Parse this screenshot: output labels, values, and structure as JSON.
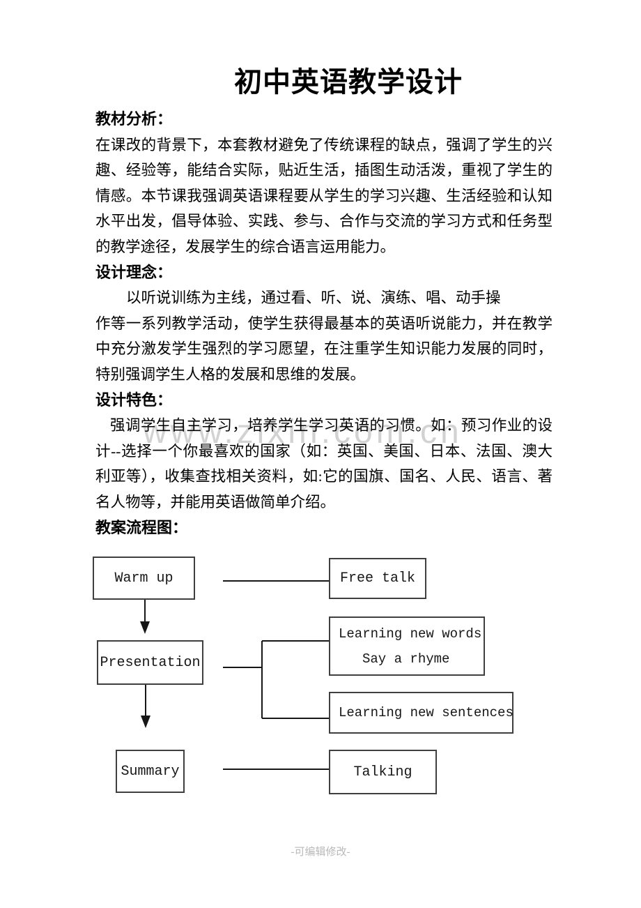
{
  "document": {
    "title": "初中英语教学设计",
    "watermark": "www.zixin.com.cn",
    "footer": "-可编辑修改-"
  },
  "sections": {
    "analysis": {
      "heading": "教材分析：",
      "body": "在课改的背景下，本套教材避免了传统课程的缺点，强调了学生的兴趣、经验等，能结合实际，贴近生活，插图生动活泼，重视了学生的情感。本节课我强调英语课程要从学生的学习兴趣、生活经验和认知水平出发，倡导体验、实践、参与、合作与交流的学习方式和任务型的教学途径，发展学生的综合语言运用能力。"
    },
    "concept": {
      "heading": "设计理念：",
      "lead": "以听说训练为主线，通过看、听、说、演练、唱、动手操",
      "body": "作等一系列教学活动，使学生获得最基本的英语听说能力，并在教学中充分激发学生强烈的学习愿望，在注重学生知识能力发展的同时，特别强调学生人格的发展和思维的发展。"
    },
    "features": {
      "heading": "设计特色：",
      "body": "强调学生自主学习，培养学生学习英语的习惯。如：预习作业的设计--选择一个你最喜欢的国家（如：英国、美国、日本、法国、澳大利亚等），收集查找相关资料，如:它的国旗、国名、人民、语言、著名人物等，并能用英语做简单介绍。"
    },
    "flow": {
      "heading": "教案流程图："
    }
  },
  "flowchart": {
    "nodes": [
      {
        "label": "Warm up"
      },
      {
        "label": "Free talk"
      },
      {
        "label": "Presentation"
      },
      {
        "label": "Learning new words",
        "label2": "Say a rhyme"
      },
      {
        "label": "Learning new sentences"
      },
      {
        "label": "Summary"
      },
      {
        "label": "Talking"
      }
    ]
  }
}
